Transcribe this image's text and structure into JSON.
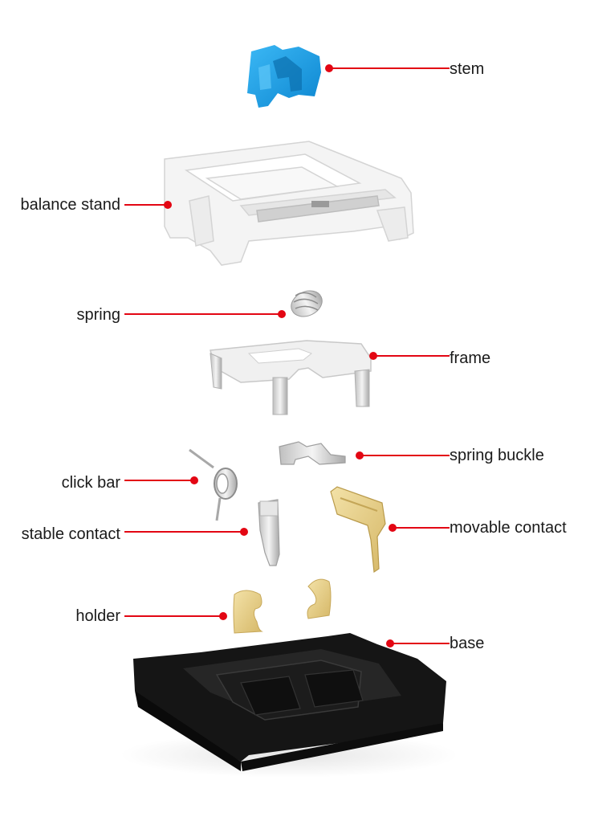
{
  "diagram": {
    "labels": {
      "stem": "stem",
      "balance_stand": "balance stand",
      "spring": "spring",
      "frame": "frame",
      "spring_buckle": "spring buckle",
      "click_bar": "click bar",
      "stable_contact": "stable contact",
      "movable_contact": "movable contact",
      "holder": "holder",
      "base": "base"
    },
    "colors": {
      "leader_line": "#e30613",
      "stem": "#1aa3e8",
      "balance_stand": "#f2f2f2",
      "metal": "#d9d9d9",
      "brass": "#e8cf8a",
      "base": "#141414"
    }
  }
}
